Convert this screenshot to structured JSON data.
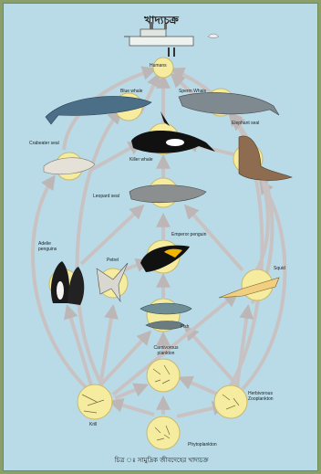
{
  "title": "খাদ্যচক্র",
  "caption": "চিত্র ঃ সামুদ্রিক জীবদেহের খাদ্যচক্র",
  "colors": {
    "background": "#b9dbe8",
    "node_fill": "#f6eca0",
    "arrow": "#c9c2c0"
  },
  "nodes": {
    "humans": "Humans",
    "blue_whale": "Blue whale",
    "sperm_whale": "Sperm Whale",
    "killer_whale": "Killer whale",
    "elephant_seal": "Elephant seal",
    "crabeater_seal": "Crabeater seal",
    "leopard_seal": "Leopard seal",
    "emperor_penguin": "Emperor penguin",
    "adelie_penguins": "Adelie penguins",
    "petrel": "Petrel",
    "squid": "Squid",
    "fish": "Fish",
    "carnivorous_plankton": "Carnivorous plankton",
    "krill": "Krill",
    "herbivorous_zooplankton": "Herbivorous Zooplankton",
    "phytoplankton": "Phytoplankton"
  }
}
